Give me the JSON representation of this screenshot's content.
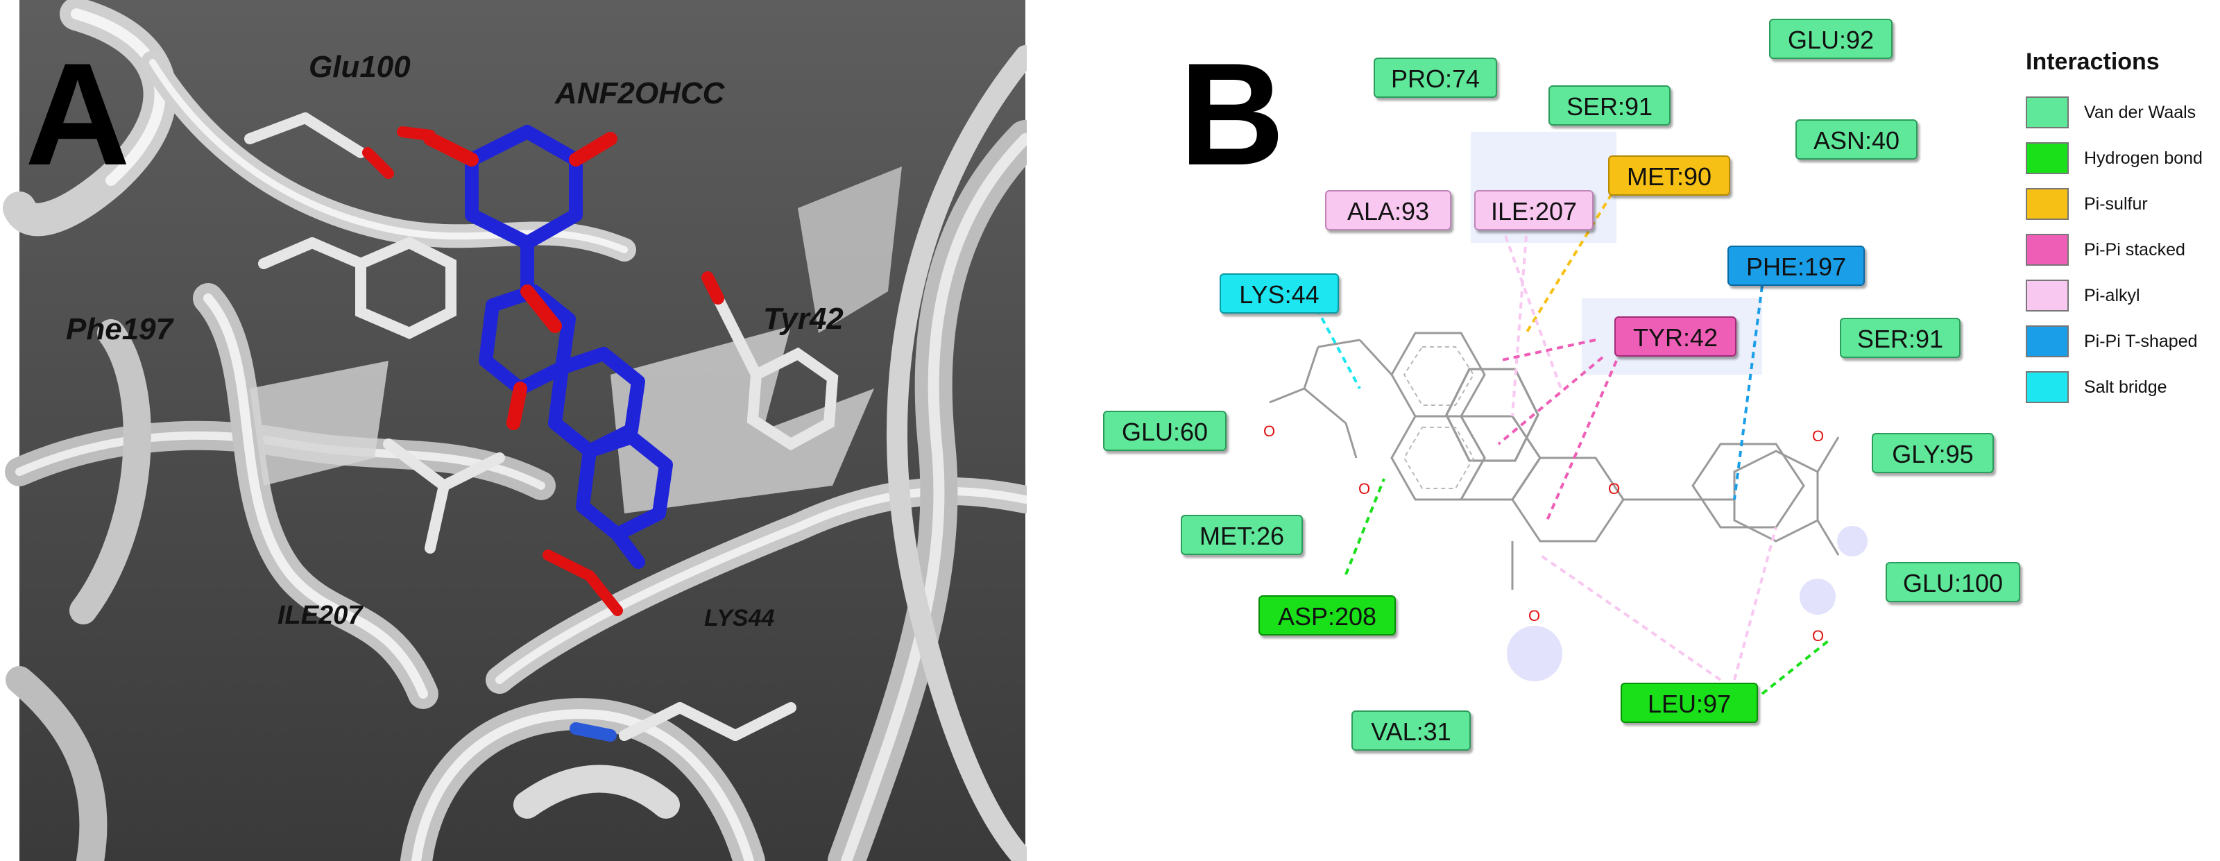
{
  "panel_a": {
    "letter": "A",
    "labels": {
      "glu100": "Glu100",
      "anf2ohcc": "ANF2OHCC",
      "phe197": "Phe197",
      "tyr42": "Tyr42",
      "ile207": "ILE207",
      "lys44": "LYS44"
    }
  },
  "panel_b": {
    "letter": "B",
    "residues": {
      "pro74": "PRO:74",
      "ser91_top": "SER:91",
      "glu92": "GLU:92",
      "asn40": "ASN:40",
      "met90": "MET:90",
      "ala93": "ALA:93",
      "ile207": "ILE:207",
      "phe197": "PHE:197",
      "lys44": "LYS:44",
      "tyr42": "TYR:42",
      "ser91_right": "SER:91",
      "glu60": "GLU:60",
      "gly95": "GLY:95",
      "met26": "MET:26",
      "glu100": "GLU:100",
      "asp208": "ASP:208",
      "val31": "VAL:31",
      "leu97": "LEU:97"
    },
    "atoms": {
      "o": "O"
    },
    "legend": {
      "title": "Interactions",
      "items": [
        {
          "label": "Van der Waals",
          "color": "#5fe89a"
        },
        {
          "label": "Hydrogen bond",
          "color": "#19e019"
        },
        {
          "label": "Pi-sulfur",
          "color": "#f7c014"
        },
        {
          "label": "Pi-Pi stacked",
          "color": "#ee5eb6"
        },
        {
          "label": "Pi-alkyl",
          "color": "#f8c8f1"
        },
        {
          "label": "Pi-Pi T-shaped",
          "color": "#1a9ee8"
        },
        {
          "label": "Salt bridge",
          "color": "#1de6f0"
        }
      ]
    }
  }
}
